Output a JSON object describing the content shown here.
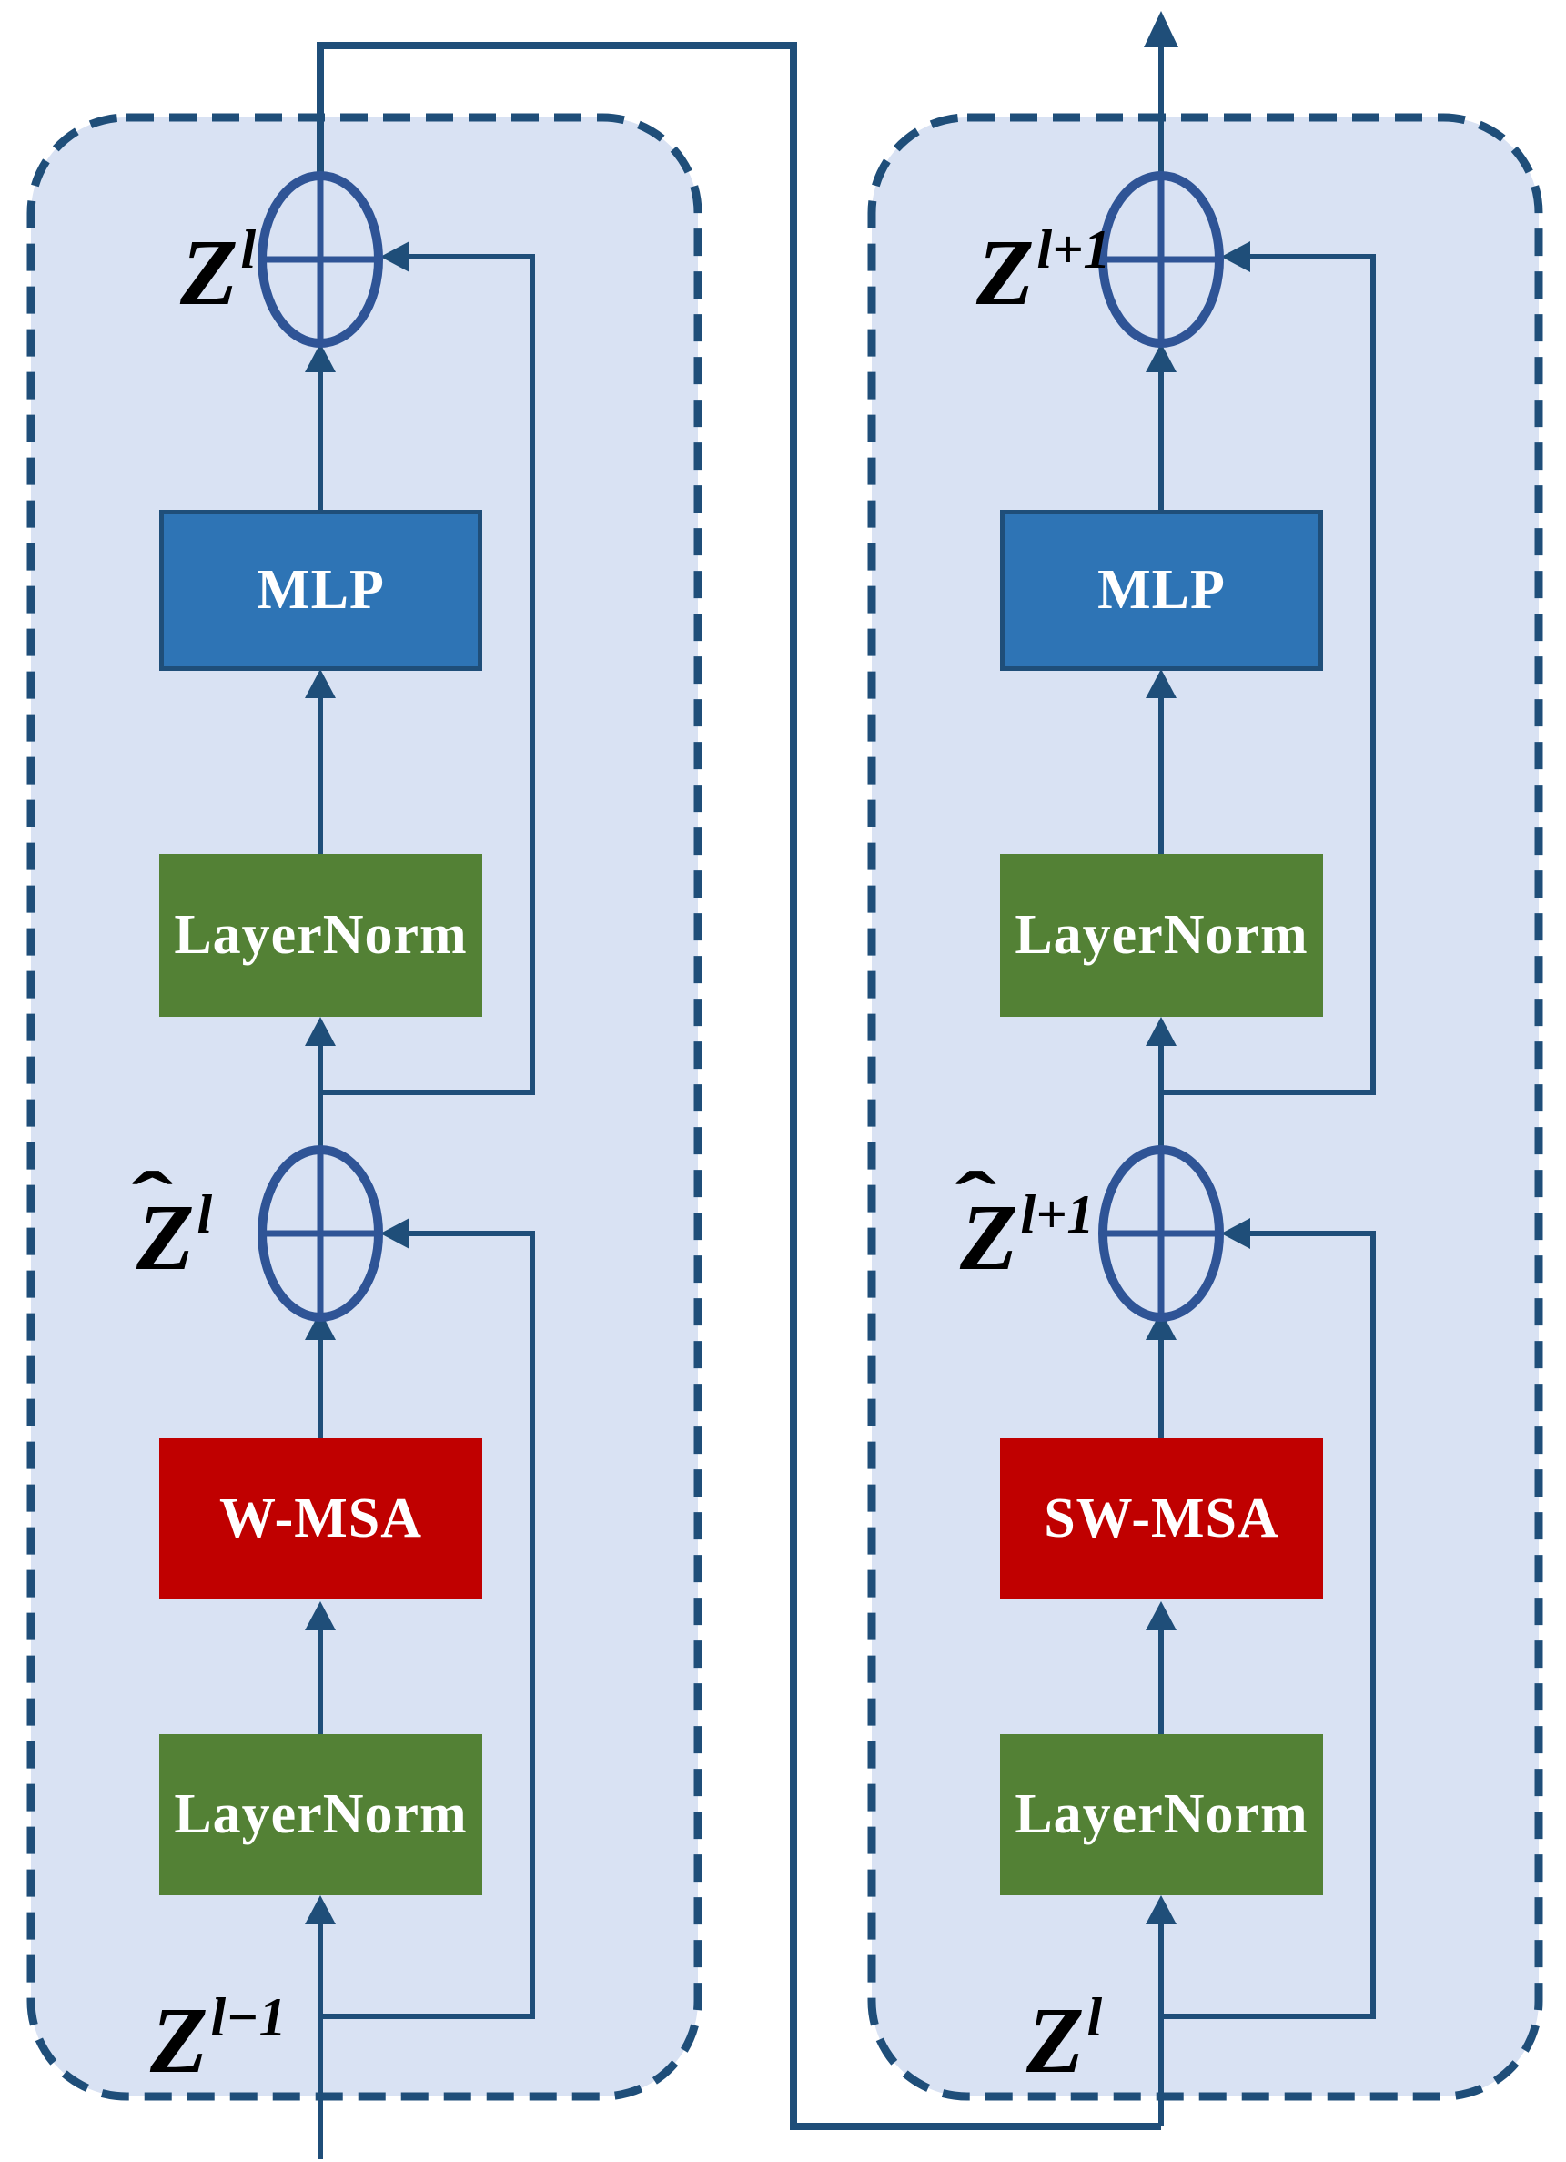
{
  "colors": {
    "panel-fill": "#d9e2f3",
    "line": "#1f4e79",
    "plus": "#2f5496",
    "box-blue": "#2e74b5",
    "box-green": "#538135",
    "box-red": "#c00000",
    "box-text": "#ffffff",
    "label-text": "#000000"
  },
  "icons": {
    "add_symbol": "circled-plus",
    "arrow_symbol": "arrowhead"
  },
  "blocks": {
    "left": {
      "out_label": {
        "base": "Z",
        "sup": "l"
      },
      "mlp": "MLP",
      "norm_upper": "LayerNorm",
      "mid_label": {
        "base": "Z",
        "hat": "ˆ",
        "sup": "l"
      },
      "attn": "W-MSA",
      "norm_lower": "LayerNorm",
      "in_label": {
        "base": "Z",
        "sup": "l−1"
      }
    },
    "right": {
      "out_label": {
        "base": "Z",
        "sup": "l+1"
      },
      "mlp": "MLP",
      "norm_upper": "LayerNorm",
      "mid_label": {
        "base": "Z",
        "hat": "ˆ",
        "sup": "l+1"
      },
      "attn": "SW-MSA",
      "norm_lower": "LayerNorm",
      "in_label": {
        "base": "Z",
        "sup": "l"
      }
    }
  }
}
